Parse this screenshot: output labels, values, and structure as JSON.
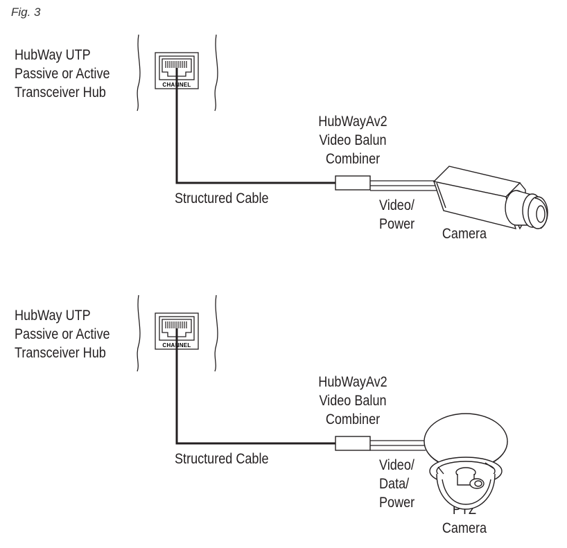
{
  "figure_label": "Fig. 3",
  "diagrams": [
    {
      "hub_label": [
        "HubWay UTP",
        "Passive or Active",
        "Transceiver Hub"
      ],
      "port_label": "CHANNEL",
      "combiner_label": [
        "HubWayAv2",
        "Video Balun",
        "Combiner"
      ],
      "cable_label": "Structured Cable",
      "signal_label": [
        "Video/",
        "Power"
      ],
      "camera_label": [
        "Camera"
      ],
      "camera_type": "box-camera-icon"
    },
    {
      "hub_label": [
        "HubWay UTP",
        "Passive or Active",
        "Transceiver Hub"
      ],
      "port_label": "CHANNEL",
      "combiner_label": [
        "HubWayAv2",
        "Video Balun",
        "Combiner"
      ],
      "cable_label": "Structured Cable",
      "signal_label": [
        "Video/",
        "Data/",
        "Power"
      ],
      "camera_label": [
        "PTZ",
        "Camera"
      ],
      "camera_type": "dome-ptz-camera-icon"
    }
  ]
}
